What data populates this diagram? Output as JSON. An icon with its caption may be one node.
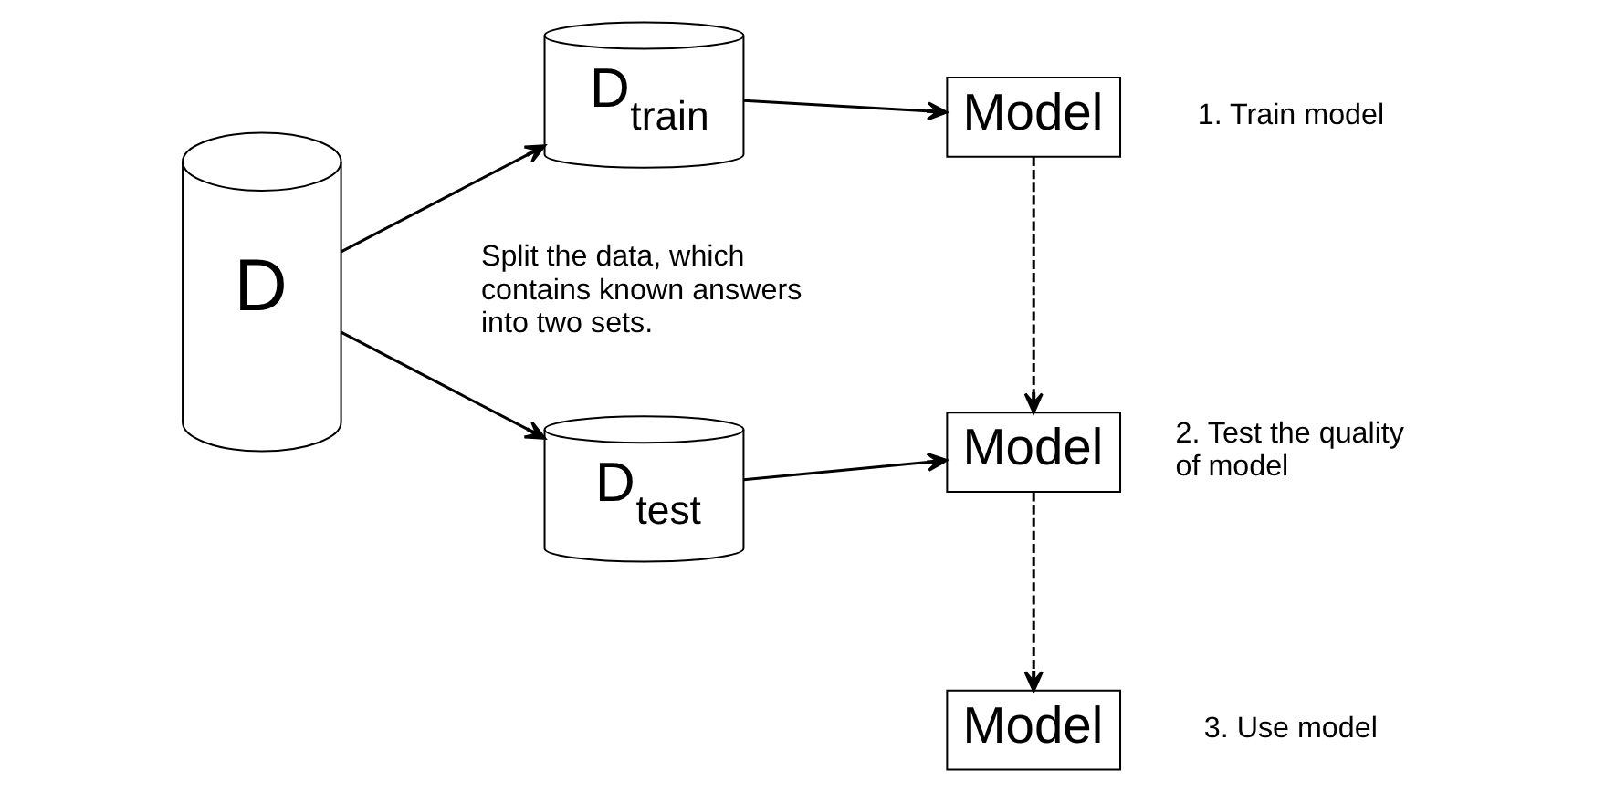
{
  "diagram": {
    "nodes": [
      {
        "text": [
          "D"
        ]
      },
      {
        "text": [
          "D$_{train}$"
        ]
      },
      {
        "text": [
          "D$_{test}$"
        ]
      },
      {
        "text": [
          "Model"
        ],
        "beside": [
          "1. Train model"
        ]
      },
      {
        "text": [
          "Model"
        ],
        "beside": [
          "2. Test the quality of model"
        ]
      },
      {
        "text": [
          "Model"
        ],
        "beside": [
          "3. Use model"
        ]
      }
    ],
    "edges": [
      {
        "from": 0,
        "to": 1,
        "arrow": "to"
      },
      {
        "from": 0,
        "to": 2,
        "arrow": "to"
      },
      {
        "from": 1,
        "to": 3,
        "arrow": "to"
      },
      {
        "from": 2,
        "to": 4,
        "arrow": "to"
      },
      {
        "from": 3,
        "to": 4,
        "arrow": "to",
        "style": "dashed"
      },
      {
        "from": 4,
        "to": 5,
        "arrow": "to",
        "style": "dashed"
      }
    ],
    "labels": [
      "Split the data, which contains known answers into two sets."
    ]
  }
}
